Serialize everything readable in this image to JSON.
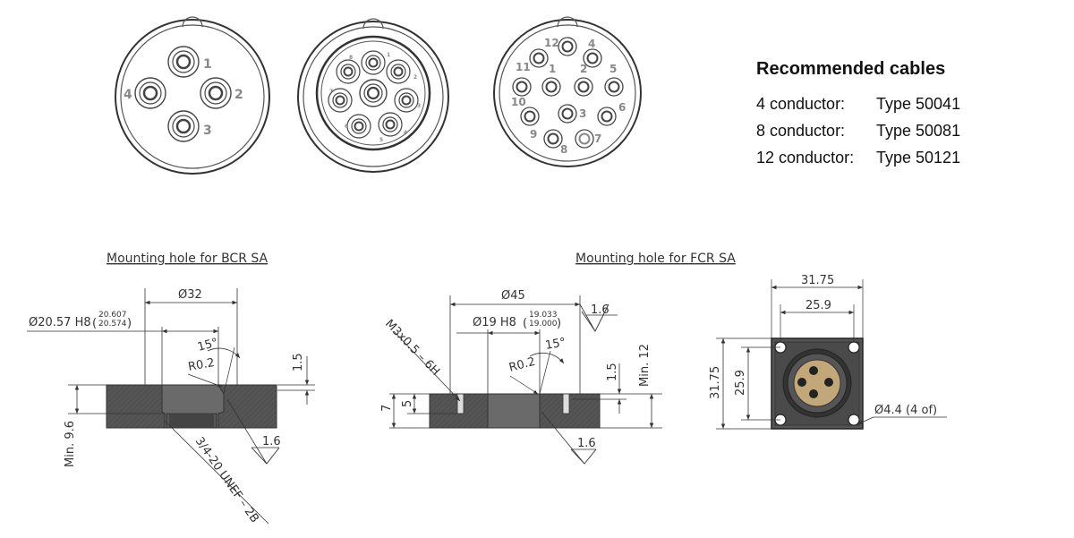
{
  "cables": {
    "title": "Recommended cables",
    "rows": [
      {
        "conductor": "4 conductor:",
        "type": "Type 50041"
      },
      {
        "conductor": "8 conductor:",
        "type": "Type 50081"
      },
      {
        "conductor": "12 conductor:",
        "type": "Type 50121"
      }
    ]
  },
  "connectors": {
    "four_pin_labels": [
      "1",
      "2",
      "3",
      "4"
    ],
    "eight_pin_labels": [
      "1",
      "2",
      "3",
      "4",
      "5",
      "6",
      "7",
      "8"
    ],
    "twelve_pin_labels": [
      "1",
      "2",
      "3",
      "4",
      "5",
      "6",
      "7",
      "8",
      "9",
      "10",
      "11",
      "12"
    ]
  },
  "bcr": {
    "title": "Mounting hole for BCR SA",
    "dia_outer": "Ø32",
    "dia_hole": "Ø20.57 H8",
    "tol_upper": "20.607",
    "tol_lower": "20.574",
    "angle": "15°",
    "radius": "R0.2",
    "depth": "1.5",
    "roughness": "1.6",
    "min_depth": "Min. 9.6",
    "thread": "3/4-20 UNEF – 2B"
  },
  "fcr": {
    "title": "Mounting hole for FCR SA",
    "dia_outer": "Ø45",
    "dia_hole": "Ø19 H8",
    "tol_upper": "19.033",
    "tol_lower": "19.000",
    "thread": "M3x0.5 – 6H",
    "roughness_top": "1.6",
    "roughness_bottom": "1.6",
    "angle": "15°",
    "radius": "R0.2",
    "depth": "1.5",
    "min_depth": "Min. 12",
    "dim_7": "7",
    "dim_5": "5"
  },
  "flange": {
    "width_outer": "31.75",
    "width_inner": "25.9",
    "height_outer": "31.75",
    "height_inner": "25.9",
    "holes": "Ø4.4 (4 of)"
  }
}
